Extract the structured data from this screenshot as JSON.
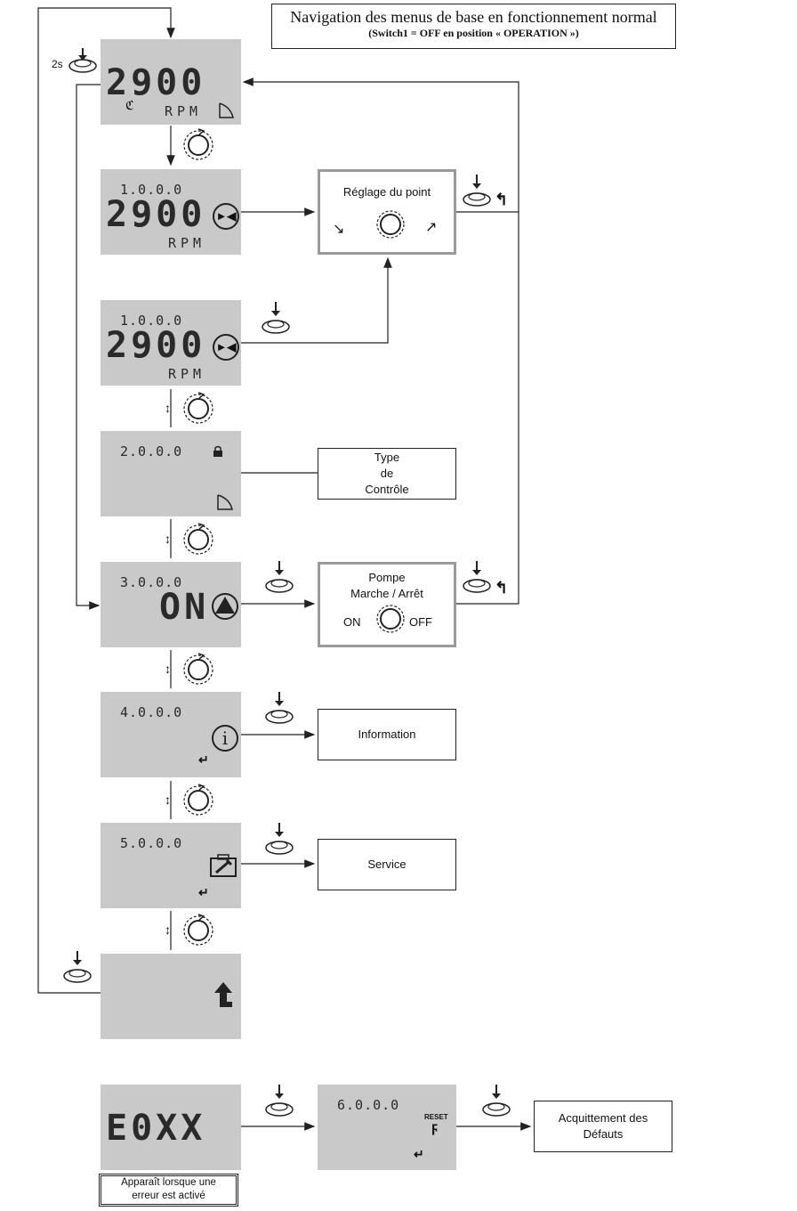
{
  "header": {
    "title": "Navigation des menus de base en fonctionnement normal",
    "subtitle": "(Switch1 = OFF en position « OPERATION »)"
  },
  "hold_label": "2s",
  "screens": {
    "main": {
      "value": "2900",
      "unit": "RPM"
    },
    "setpoint_edit": {
      "menu": "1.0.0.0",
      "value": "2900",
      "unit": "RPM"
    },
    "setpoint": {
      "menu": "1.0.0.0",
      "value": "2900",
      "unit": "RPM"
    },
    "control_type": {
      "menu": "2.0.0.0"
    },
    "pump": {
      "menu": "3.0.0.0",
      "value": "ON"
    },
    "info": {
      "menu": "4.0.0.0"
    },
    "service": {
      "menu": "5.0.0.0"
    },
    "error": {
      "value": "E0XX"
    },
    "reset": {
      "menu": "6.0.0.0",
      "label": "RESET"
    }
  },
  "boxes": {
    "setpoint_adjust": "Réglage du point",
    "control_type": [
      "Type",
      "de",
      "Contrôle"
    ],
    "pump_title": [
      "Pompe",
      "Marche / Arrêt"
    ],
    "pump_on": "ON",
    "pump_off": "OFF",
    "information": "Information",
    "service": "Service",
    "fault_ack": [
      "Acquittement des",
      "Défauts"
    ]
  },
  "error_note": [
    "Apparaît lorsque une",
    "erreur est activé"
  ],
  "icons": {
    "push_button": "push-button-icon",
    "rotary_knob": "rotary-knob-icon",
    "curve": "control-curve-icon",
    "pump": "pump-icon",
    "info": "info-icon",
    "service": "toolbox-icon",
    "return": "return-arrow-icon",
    "lock": "lock-icon"
  }
}
